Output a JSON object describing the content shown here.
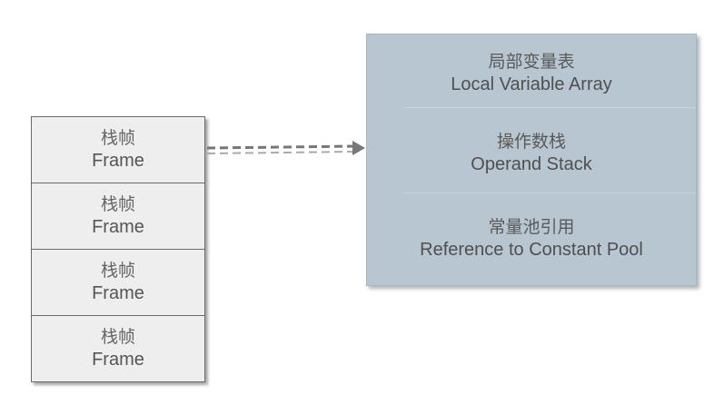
{
  "stack": {
    "frames": [
      {
        "cn": "栈帧",
        "en": "Frame"
      },
      {
        "cn": "栈帧",
        "en": "Frame"
      },
      {
        "cn": "栈帧",
        "en": "Frame"
      },
      {
        "cn": "栈帧",
        "en": "Frame"
      }
    ]
  },
  "panel": {
    "sections": [
      {
        "cn": "局部变量表",
        "en": "Local Variable Array"
      },
      {
        "cn": "操作数栈",
        "en": "Operand Stack"
      },
      {
        "cn": "常量池引用",
        "en": "Reference to Constant Pool"
      }
    ]
  },
  "colors": {
    "frame_fill": "#eeeeee",
    "frame_border": "#6a6a6a",
    "panel_fill": "#b8c6d2",
    "arrow": "#777777"
  }
}
